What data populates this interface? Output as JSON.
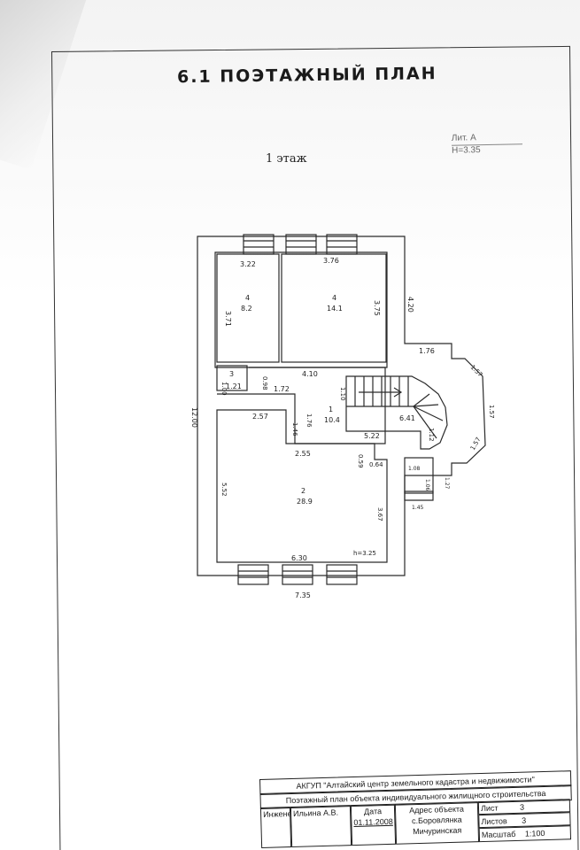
{
  "title": "6.1  ПОЭТАЖНЫЙ  ПЛАН",
  "floor_label": "1 этаж",
  "sheet_note": {
    "line1": "Лит. А",
    "line2": "H=3.35"
  },
  "plan": {
    "room_4a": {
      "number": "4",
      "area": "8.2",
      "w": "3.22",
      "h": "3.71"
    },
    "room_4b": {
      "number": "4",
      "area": "14.1",
      "w": "3.76",
      "h": "3.75"
    },
    "room_3": {
      "number": "3",
      "area": "1.21"
    },
    "room_1": {
      "number": "1",
      "area": "10.4"
    },
    "room_2": {
      "number": "2",
      "area": "28.9"
    },
    "dims": {
      "overall_height": "12.00",
      "overall_width": "7.35",
      "right_upper": "4.20",
      "stair_top": "1.76",
      "bay_diag1": "1.57",
      "bay_side": "1.57",
      "bay_diag2": "1.57",
      "corr_top": "4.10",
      "small_100": "1.00",
      "small_098": "0.98",
      "corr_172": "1.72",
      "stair_110": "1.10",
      "stair_641": "6.41",
      "stair_112": "1.12",
      "left_257": "2.57",
      "vert_146": "1.46",
      "vert_176": "1.76",
      "mid_522": "5.22",
      "mid_255": "2.55",
      "d_059": "0.59",
      "d_064": "0.64",
      "left_552": "5.52",
      "right_367": "3.67",
      "bottom_630": "6.30",
      "h_325": "h=3.25",
      "ext_108": "1.08",
      "ext_106": "1.06",
      "ext_127": "1.27",
      "ext_145": "1.45"
    }
  },
  "stamp": {
    "org": "АКГУП \"Алтайский центр земельного кадастра и недвижимости\"",
    "doc": "Поэтажный план объекта индивидуального жилищного строительства",
    "role": "Инженер",
    "name": "Ильина А.В.",
    "date_label": "Дата",
    "date": "01.11.2008",
    "address_label": "Адрес объекта",
    "address_1": "с.Боровлянка",
    "address_2": "Мичуринская",
    "sheet": "Лист",
    "sheet_val": "3",
    "sheets": "Листов",
    "sheets_val": "3",
    "scale": "Масштаб",
    "scale_val": "1:100"
  }
}
